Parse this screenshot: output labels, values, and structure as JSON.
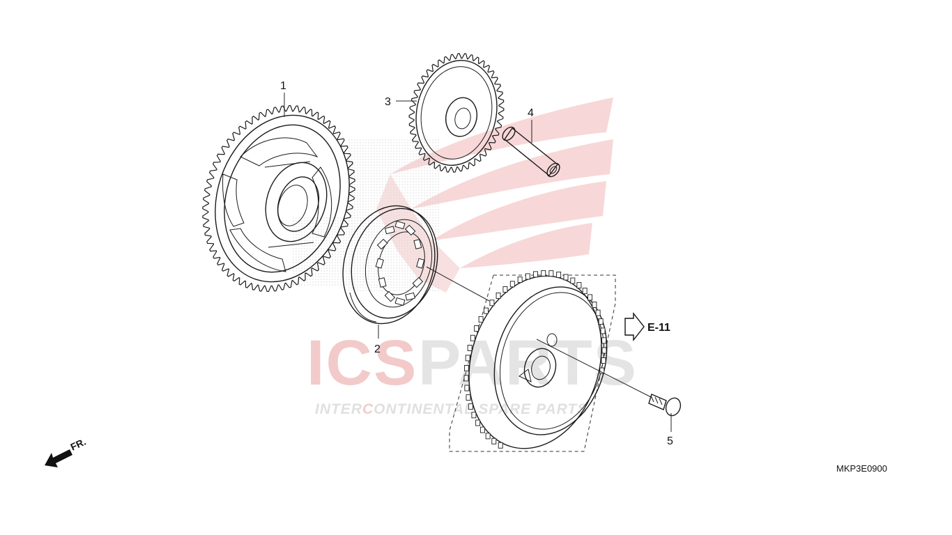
{
  "callouts": [
    {
      "id": "1",
      "label": "1"
    },
    {
      "id": "2",
      "label": "2"
    },
    {
      "id": "3",
      "label": "3"
    },
    {
      "id": "4",
      "label": "4"
    },
    {
      "id": "5",
      "label": "5"
    }
  ],
  "cross_reference": "E-11",
  "front_indicator": "FR.",
  "diagram_code": "MKP3E0900",
  "watermark": {
    "ics": "ICS",
    "parts": "PARTS",
    "tagline_inter": "INTER",
    "tagline_c": "C",
    "tagline_ontinental": "ONTINENTAL ",
    "tagline_spare": "SPARE PARTS",
    "colors": {
      "red": "#e8a0a0",
      "gray": "#d8d8d8"
    }
  }
}
